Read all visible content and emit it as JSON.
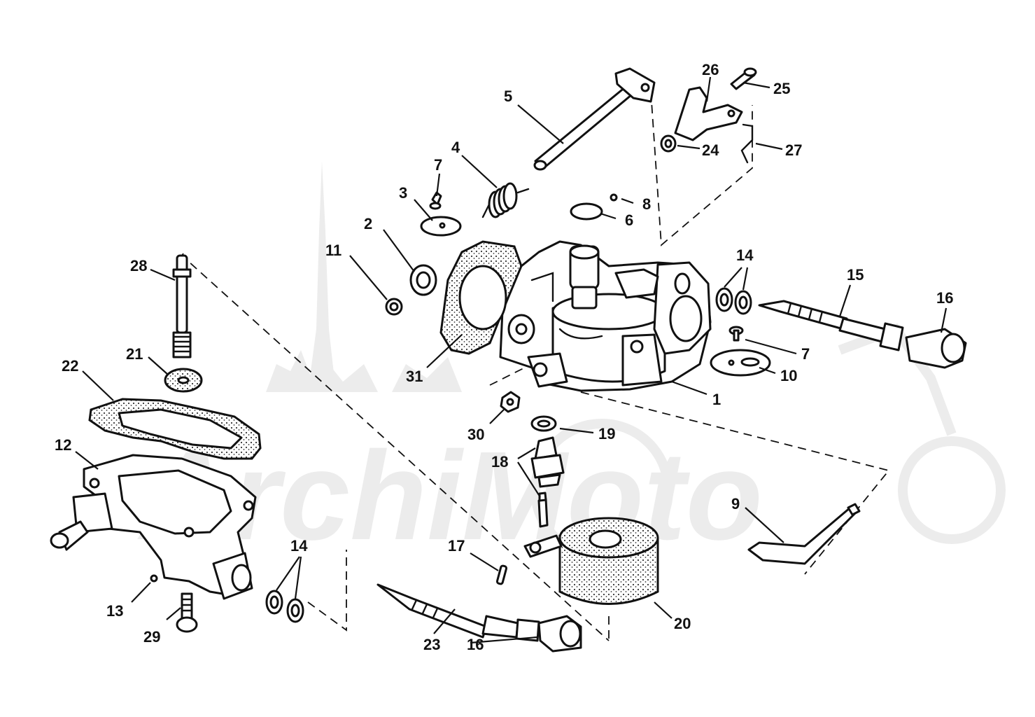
{
  "diagram": {
    "type": "exploded parts diagram",
    "subject": "carburetor assembly",
    "watermark_text": "ArchiMoto",
    "callouts": {
      "p1": "1",
      "p2": "2",
      "p3": "3",
      "p4": "4",
      "p5": "5",
      "p6": "6",
      "p7a": "7",
      "p7b": "7",
      "p8": "8",
      "p9": "9",
      "p10": "10",
      "p11": "11",
      "p12": "12",
      "p13": "13",
      "p14a": "14",
      "p14b": "14",
      "p15": "15",
      "p16a": "16",
      "p16b": "16",
      "p17": "17",
      "p18": "18",
      "p19": "19",
      "p20": "20",
      "p21": "21",
      "p22": "22",
      "p23": "23",
      "p24": "24",
      "p25": "25",
      "p26": "26",
      "p27": "27",
      "p28": "28",
      "p29": "29",
      "p30": "30",
      "p31": "31"
    },
    "colors": {
      "ink": "#111111",
      "paper": "#ffffff",
      "watermark": "#ececec"
    }
  }
}
